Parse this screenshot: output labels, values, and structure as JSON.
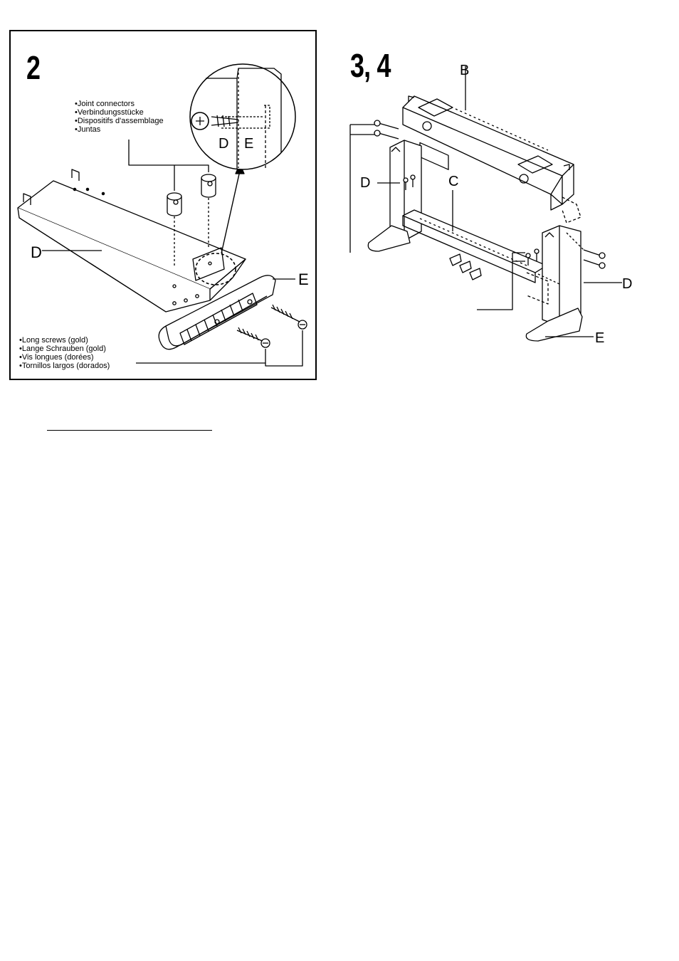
{
  "figure2": {
    "step": "2",
    "connectors_label": [
      "•Joint connectors",
      "•Verbindungsstücke",
      "•Dispositifs d'assemblage",
      "•Juntas"
    ],
    "screws_label": [
      "•Long screws (gold)",
      "•Lange Schrauben (gold)",
      "•Vis longues (dorées)",
      "•Tornillos largos (dorados)"
    ],
    "part_d": "D",
    "part_e": "E",
    "detail_d": "D",
    "detail_e": "E"
  },
  "figure34": {
    "step": "3, 4",
    "part_b": "B",
    "part_c": "C",
    "part_d_left": "D",
    "part_d_right": "D",
    "part_e": "E"
  }
}
